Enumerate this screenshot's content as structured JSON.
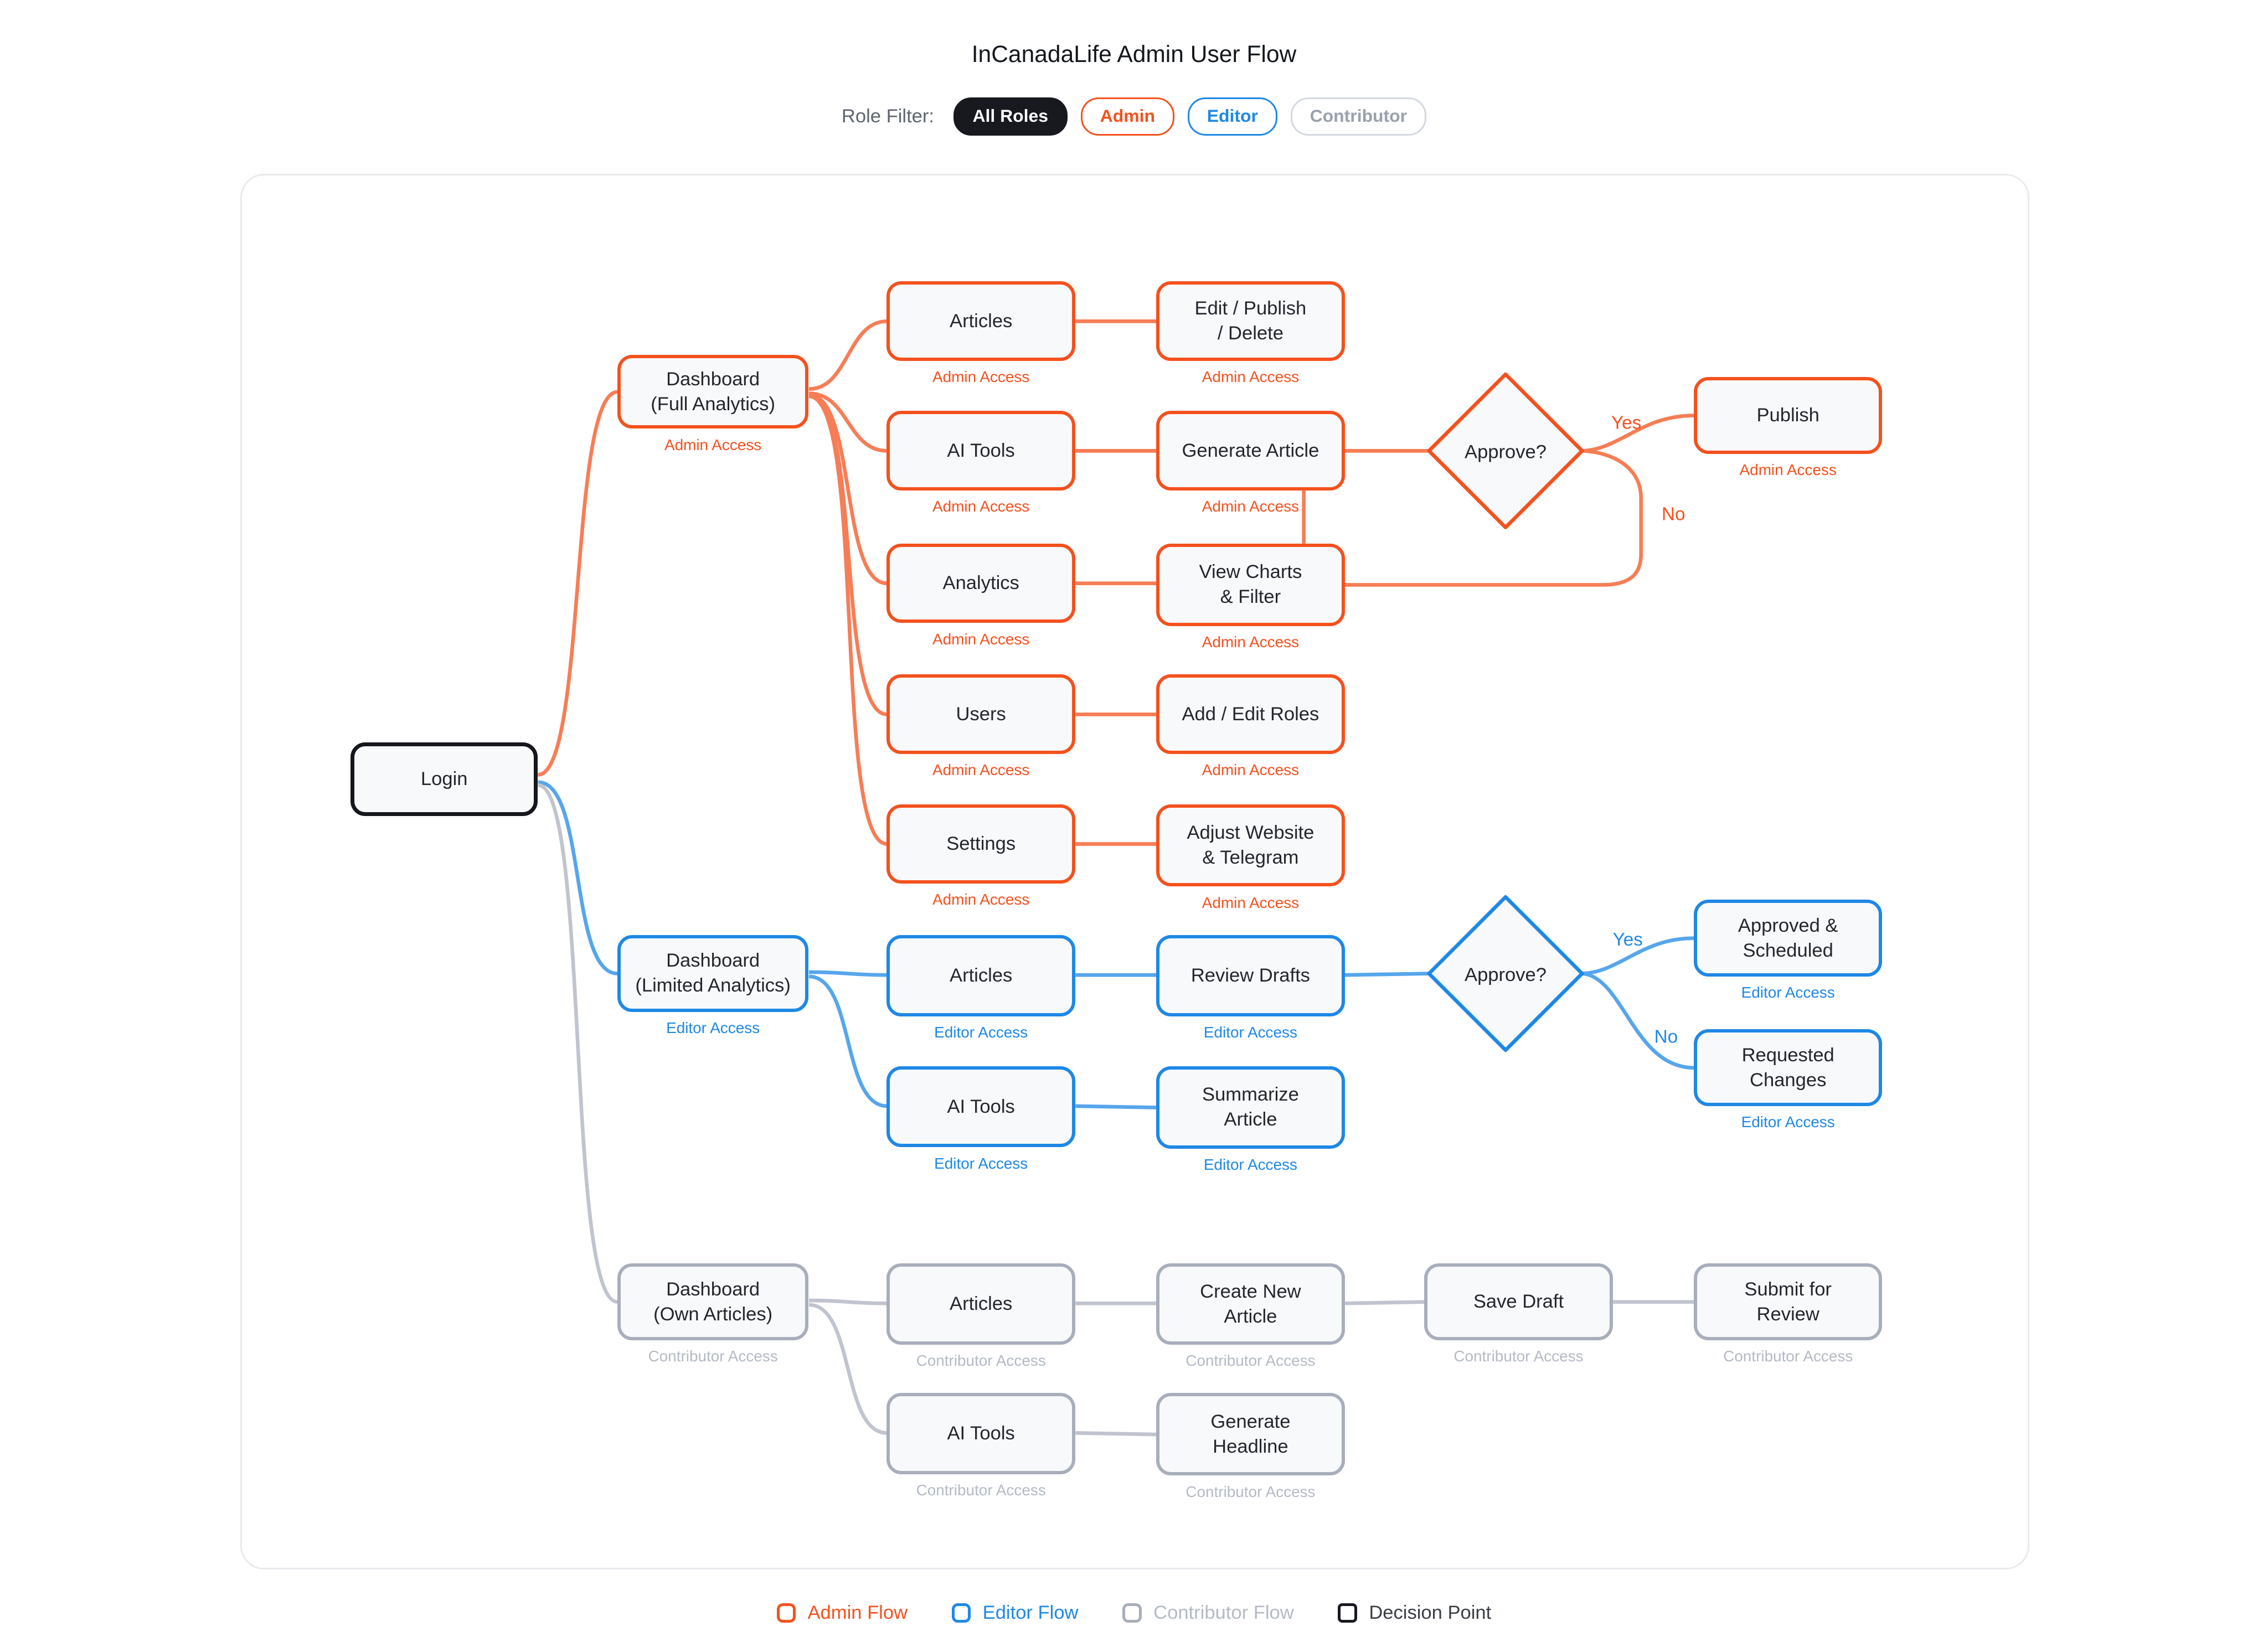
{
  "title": "InCanadaLife Admin User Flow",
  "role_filter": {
    "label": "Role Filter:",
    "options": [
      {
        "label": "All Roles",
        "state": "active"
      },
      {
        "label": "Admin",
        "state": "inactive"
      },
      {
        "label": "Editor",
        "state": "inactive"
      },
      {
        "label": "Contributor",
        "state": "inactive"
      }
    ]
  },
  "colors": {
    "admin": "#f4511e",
    "admin_edge": "#f77d56",
    "editor": "#1e88e5",
    "editor_edge": "#56a6ec",
    "contrib": "#a8aebb",
    "contrib_edge": "#c0c4ce",
    "contrib_text": "#b4bac6",
    "node_fill": "#f8f9fb",
    "node_text": "#23262d",
    "login_border": "#15171c",
    "canvas_border": "#e8eaee",
    "pill_active_bg": "#17191f"
  },
  "nodes": {
    "login": {
      "label": "Login"
    },
    "dash_admin": {
      "label": "Dashboard\n(Full Analytics)",
      "access": "Admin Access"
    },
    "articles_admin": {
      "label": "Articles",
      "access": "Admin Access"
    },
    "edit_publish_delete": {
      "label": "Edit / Publish\n/ Delete",
      "access": "Admin Access"
    },
    "ai_tools_admin": {
      "label": "AI Tools",
      "access": "Admin Access"
    },
    "generate_article": {
      "label": "Generate Article",
      "access": "Admin Access"
    },
    "approve_admin": {
      "label": "Approve?"
    },
    "publish": {
      "label": "Publish",
      "access": "Admin Access"
    },
    "analytics": {
      "label": "Analytics",
      "access": "Admin Access"
    },
    "view_charts": {
      "label": "View Charts\n& Filter",
      "access": "Admin Access"
    },
    "users": {
      "label": "Users",
      "access": "Admin Access"
    },
    "add_edit_roles": {
      "label": "Add / Edit Roles",
      "access": "Admin Access"
    },
    "settings": {
      "label": "Settings",
      "access": "Admin Access"
    },
    "adjust_website": {
      "label": "Adjust Website\n& Telegram",
      "access": "Admin Access"
    },
    "dash_editor": {
      "label": "Dashboard\n(Limited Analytics)",
      "access": "Editor Access"
    },
    "articles_editor": {
      "label": "Articles",
      "access": "Editor Access"
    },
    "review_drafts": {
      "label": "Review Drafts",
      "access": "Editor Access"
    },
    "approve_editor": {
      "label": "Approve?"
    },
    "approved_scheduled": {
      "label": "Approved &\nScheduled",
      "access": "Editor Access"
    },
    "requested_changes": {
      "label": "Requested\nChanges",
      "access": "Editor Access"
    },
    "ai_tools_editor": {
      "label": "AI Tools",
      "access": "Editor Access"
    },
    "summarize_article": {
      "label": "Summarize\nArticle",
      "access": "Editor Access"
    },
    "dash_contrib": {
      "label": "Dashboard\n(Own Articles)",
      "access": "Contributor Access"
    },
    "articles_contrib": {
      "label": "Articles",
      "access": "Contributor Access"
    },
    "create_new_article": {
      "label": "Create New\nArticle",
      "access": "Contributor Access"
    },
    "save_draft": {
      "label": "Save Draft",
      "access": "Contributor Access"
    },
    "submit_review": {
      "label": "Submit for\nReview",
      "access": "Contributor Access"
    },
    "ai_tools_contrib": {
      "label": "AI Tools",
      "access": "Contributor Access"
    },
    "generate_headline": {
      "label": "Generate\nHeadline",
      "access": "Contributor Access"
    }
  },
  "edge_labels": {
    "admin_yes": "Yes",
    "admin_no": "No",
    "editor_yes": "Yes",
    "editor_no": "No"
  },
  "legend": [
    {
      "label": "Admin Flow"
    },
    {
      "label": "Editor Flow"
    },
    {
      "label": "Contributor Flow"
    },
    {
      "label": "Decision Point"
    }
  ]
}
